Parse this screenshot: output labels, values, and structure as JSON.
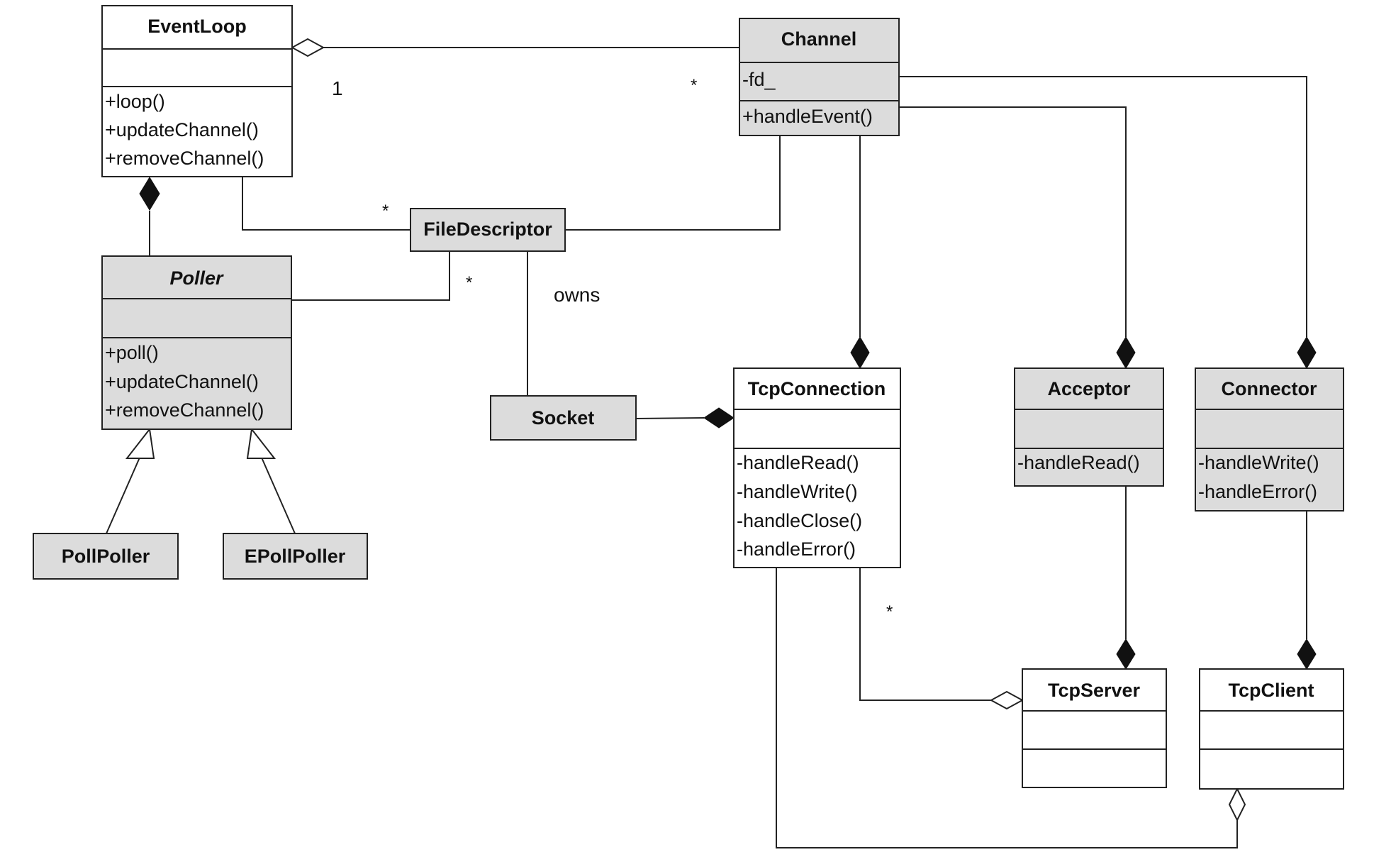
{
  "classes": {
    "eventloop": {
      "name": "EventLoop",
      "italic": false,
      "fill": "#ffffff",
      "attributes": [],
      "operations": [
        "+loop()",
        "+updateChannel()",
        "+removeChannel()"
      ]
    },
    "channel": {
      "name": "Channel",
      "italic": false,
      "fill": "#dcdcdc",
      "attributes": [
        "-fd_"
      ],
      "operations": [
        "+handleEvent()"
      ]
    },
    "poller": {
      "name": "Poller",
      "italic": true,
      "fill": "#dcdcdc",
      "attributes": [],
      "operations": [
        "+poll()",
        "+updateChannel()",
        "+removeChannel()"
      ]
    },
    "filedescriptor": {
      "name": "FileDescriptor",
      "italic": false,
      "fill": "#dcdcdc",
      "simple": true
    },
    "socket": {
      "name": "Socket",
      "italic": false,
      "fill": "#dcdcdc",
      "simple": true
    },
    "pollpoller": {
      "name": "PollPoller",
      "italic": false,
      "fill": "#dcdcdc",
      "simple": true
    },
    "epollpoller": {
      "name": "EPollPoller",
      "italic": false,
      "fill": "#dcdcdc",
      "simple": true
    },
    "tcpconnection": {
      "name": "TcpConnection",
      "italic": false,
      "fill": "#ffffff",
      "attributes": [],
      "operations": [
        "-handleRead()",
        "-handleWrite()",
        "-handleClose()",
        "-handleError()"
      ]
    },
    "acceptor": {
      "name": "Acceptor",
      "italic": false,
      "fill": "#dcdcdc",
      "attributes": [],
      "operations": [
        "-handleRead()"
      ]
    },
    "connector": {
      "name": "Connector",
      "italic": false,
      "fill": "#dcdcdc",
      "attributes": [],
      "operations": [
        "-handleWrite()",
        "-handleError()"
      ]
    },
    "tcpserver": {
      "name": "TcpServer",
      "italic": false,
      "fill": "#ffffff",
      "attributes": [],
      "operations": []
    },
    "tcpclient": {
      "name": "TcpClient",
      "italic": false,
      "fill": "#ffffff",
      "attributes": [],
      "operations": []
    }
  },
  "relationships": [
    {
      "id": "eventloop-channel",
      "type": "aggregation",
      "from": "Channel",
      "to": "EventLoop"
    },
    {
      "id": "poller-eventloop",
      "type": "composition",
      "from": "Poller",
      "to": "EventLoop"
    },
    {
      "id": "eventloop-filedescriptor",
      "type": "association",
      "from": "EventLoop",
      "to": "FileDescriptor"
    },
    {
      "id": "poller-filedescriptor",
      "type": "association",
      "from": "Poller",
      "to": "FileDescriptor"
    },
    {
      "id": "channel-filedescriptor",
      "type": "association",
      "from": "Channel",
      "to": "FileDescriptor"
    },
    {
      "id": "filedescriptor-socket",
      "type": "association",
      "from": "FileDescriptor",
      "to": "Socket"
    },
    {
      "id": "socket-tcpconnection",
      "type": "composition",
      "from": "Socket",
      "to": "TcpConnection"
    },
    {
      "id": "channel-tcpconnection",
      "type": "composition",
      "from": "Channel",
      "to": "TcpConnection"
    },
    {
      "id": "channel-acceptor",
      "type": "composition",
      "from": "Channel",
      "to": "Acceptor"
    },
    {
      "id": "channel-connector",
      "type": "composition",
      "from": "Channel",
      "to": "Connector"
    },
    {
      "id": "pollpoller-poller",
      "type": "generalization",
      "from": "PollPoller",
      "to": "Poller"
    },
    {
      "id": "epollpoller-poller",
      "type": "generalization",
      "from": "EPollPoller",
      "to": "Poller"
    },
    {
      "id": "acceptor-tcpserver",
      "type": "composition",
      "from": "Acceptor",
      "to": "TcpServer"
    },
    {
      "id": "connector-tcpclient",
      "type": "composition",
      "from": "Connector",
      "to": "TcpClient"
    },
    {
      "id": "tcpconnection-tcpserver",
      "type": "aggregation",
      "from": "TcpConnection",
      "to": "TcpServer"
    },
    {
      "id": "tcpconnection-tcpclient",
      "type": "aggregation",
      "from": "TcpConnection",
      "to": "TcpClient"
    }
  ],
  "labels": {
    "eventloop_mult": "1",
    "channel_mult": "*",
    "fd_mult_eventloop": "*",
    "fd_mult_poller": "*",
    "owns": "owns",
    "tcpconnection_mult": "*"
  },
  "colors": {
    "line": "#222222",
    "class_fill_gray": "#dcdcdc",
    "class_fill_white": "#ffffff"
  }
}
